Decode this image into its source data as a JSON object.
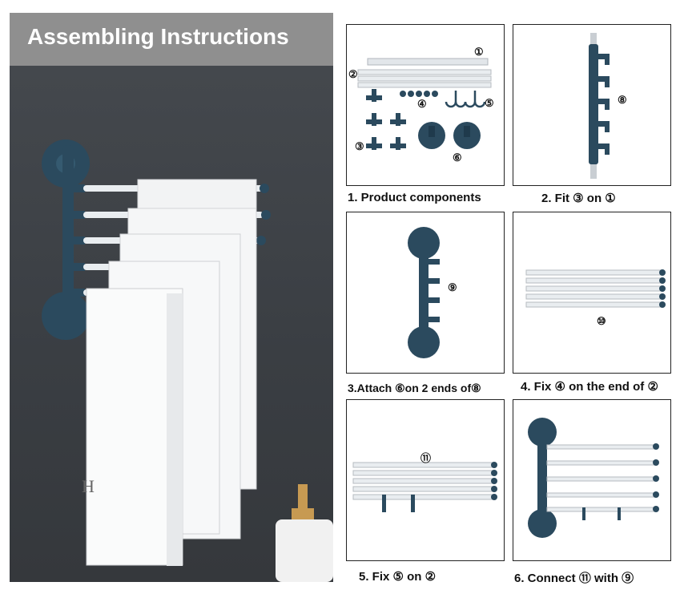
{
  "header": {
    "title": "Assembling Instructions"
  },
  "steps": [
    {
      "caption": "1. Product components",
      "markers": [
        "①",
        "②",
        "③",
        "④",
        "⑤",
        "⑥"
      ]
    },
    {
      "caption": "2. Fit ③ on ①",
      "markers": [
        "⑧"
      ]
    },
    {
      "caption": "3.Attach ⑥on 2 ends of⑧",
      "markers": [
        "⑨"
      ]
    },
    {
      "caption": "4. Fix ④ on the end of ②",
      "markers": [
        "⑩"
      ]
    },
    {
      "caption": "5. Fix ⑤ on ②",
      "markers": [
        "⑪"
      ]
    },
    {
      "caption": "6. Connect ⑪ with ⑨",
      "markers": []
    }
  ],
  "colors": {
    "rack": "#2b4a5e",
    "bar": "#e9edf0",
    "wall": "#3d4146",
    "title_bg": "#8f8f8f"
  }
}
